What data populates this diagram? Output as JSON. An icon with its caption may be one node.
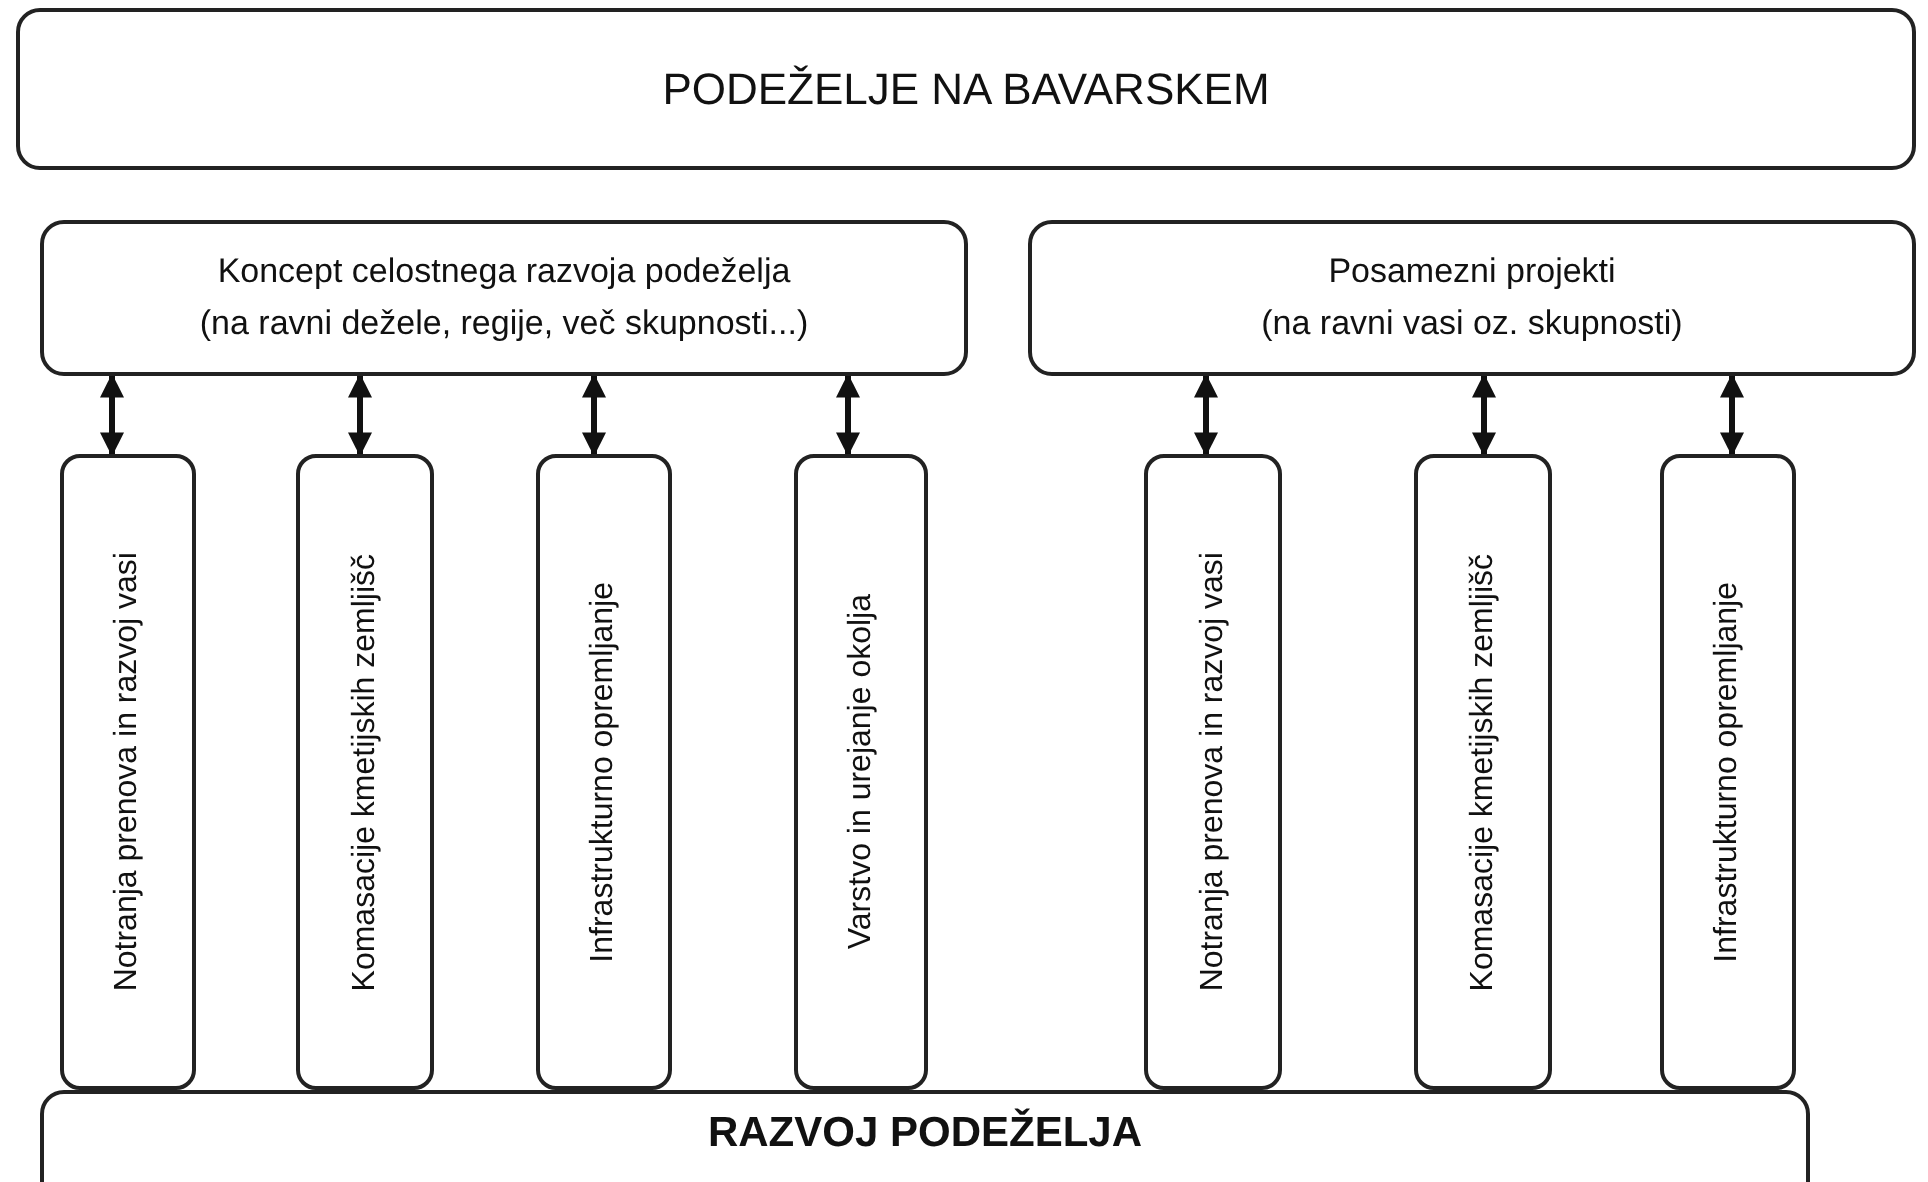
{
  "diagram": {
    "nodes": [
      {
        "text": [
          "PODEŽELJE NA BAVARSKEM"
        ]
      },
      {
        "text": [
          "Koncept celostnega razvoja podeželja",
          "(na ravni dežele, regije, več skupnosti...)"
        ]
      },
      {
        "text": [
          "Posamezni projekti",
          "(na ravni vasi oz. skupnosti)"
        ]
      },
      {
        "text": [
          "Notranja prenova in razvoj vasi"
        ]
      },
      {
        "text": [
          "Komasacije kmetijskih zemljišč"
        ]
      },
      {
        "text": [
          "Infrastrukturno opremljanje"
        ]
      },
      {
        "text": [
          "Varstvo in  urejanje okolja"
        ]
      },
      {
        "text": [
          "Notranja prenova in razvoj vasi"
        ]
      },
      {
        "text": [
          "Komasacije kmetijskih zemljišč"
        ]
      },
      {
        "text": [
          "Infrastrukturno opremljanje"
        ]
      },
      {
        "text": [
          "RAZVOJ PODEŽELJA"
        ]
      }
    ],
    "edges": [
      {
        "from": 1,
        "to": 3,
        "arrow": "both"
      },
      {
        "from": 1,
        "to": 4,
        "arrow": "both"
      },
      {
        "from": 1,
        "to": 5,
        "arrow": "both"
      },
      {
        "from": 1,
        "to": 6,
        "arrow": "both"
      },
      {
        "from": 2,
        "to": 7,
        "arrow": "both"
      },
      {
        "from": 2,
        "to": 8,
        "arrow": "both"
      },
      {
        "from": 2,
        "to": 9,
        "arrow": "both"
      }
    ]
  }
}
